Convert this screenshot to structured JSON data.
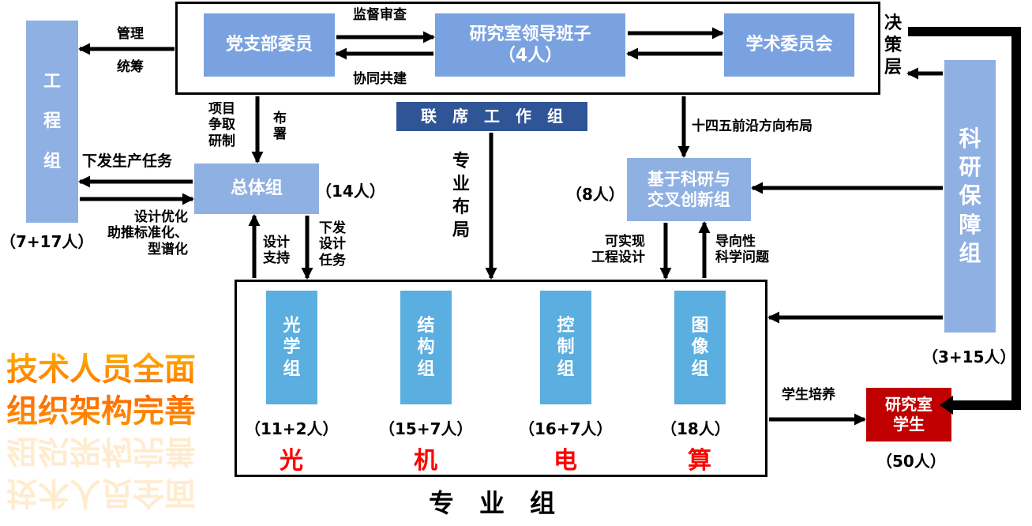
{
  "decision": {
    "party": "党支部委员",
    "leadership": "研究室领导班子\n（4人）",
    "academic": "学术委员会",
    "supervise": "监督审查",
    "cobuild": "协同共建",
    "layer_label": "决\n策\n层"
  },
  "engineering": {
    "title": "工\n\n程\n\n组",
    "count": "（7+17人）",
    "manage": "管理",
    "coordinate": "统筹"
  },
  "general": {
    "title": "总体组",
    "count": "（14人）",
    "issue_tasks": "下发生产任务",
    "optimize": "设计优化\n助推标准化、\n型谱化",
    "project": "项目\n争取\n研制",
    "deploy": "布\n署",
    "design_support": "设计\n支持",
    "issue_design": "下发\n设计\n任务"
  },
  "joint": {
    "title": "联　席　工　作　组",
    "layout": "专\n业\n布\n局"
  },
  "innovation": {
    "title": "基于科研与\n交叉创新组",
    "count": "（8人）",
    "plan": "十四五前沿方向布局",
    "feasible": "可实现\n工程设计",
    "guided": "导向性\n科学问题"
  },
  "support": {
    "title": "科\n研\n保\n障\n组",
    "count": "（3+15人）"
  },
  "students": {
    "title": "研究室\n学生",
    "count": "（50人）",
    "training": "学生培养"
  },
  "specialty": {
    "groups": [
      {
        "title": "光\n学\n组",
        "count": "（11+2人）",
        "char": "光"
      },
      {
        "title": "结\n构\n组",
        "count": "（15+7人）",
        "char": "机"
      },
      {
        "title": "控\n制\n组",
        "count": "（16+7人）",
        "char": "电"
      },
      {
        "title": "图\n像\n组",
        "count": "（18人）",
        "char": "算"
      }
    ],
    "title": "专　业　组"
  },
  "slogan": "技术人员全面\n组织架构完善",
  "colors": {
    "light_blue": "#8fb0e2",
    "sky_blue": "#5aaee0",
    "navy": "#2f5597",
    "red": "#c00000",
    "highlight": "#ff0000",
    "slogan": "#ff8a00"
  }
}
